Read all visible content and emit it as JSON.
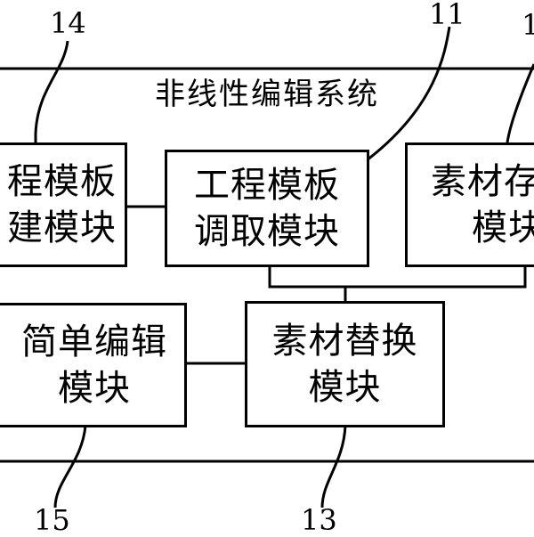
{
  "system": {
    "title": "非线性编辑系统"
  },
  "modules": {
    "template_create": {
      "line1": "程模板",
      "line2": "建模块",
      "ref": "14"
    },
    "template_fetch": {
      "line1": "工程模板",
      "line2": "调取模块",
      "ref": "11"
    },
    "material_store": {
      "line1": "素材存",
      "line2": "模块",
      "ref": "1"
    },
    "simple_edit": {
      "line1": "简单编辑",
      "line2": "模块",
      "ref": "15"
    },
    "material_replace": {
      "line1": "素材替换",
      "line2": "模块",
      "ref": "13"
    }
  }
}
